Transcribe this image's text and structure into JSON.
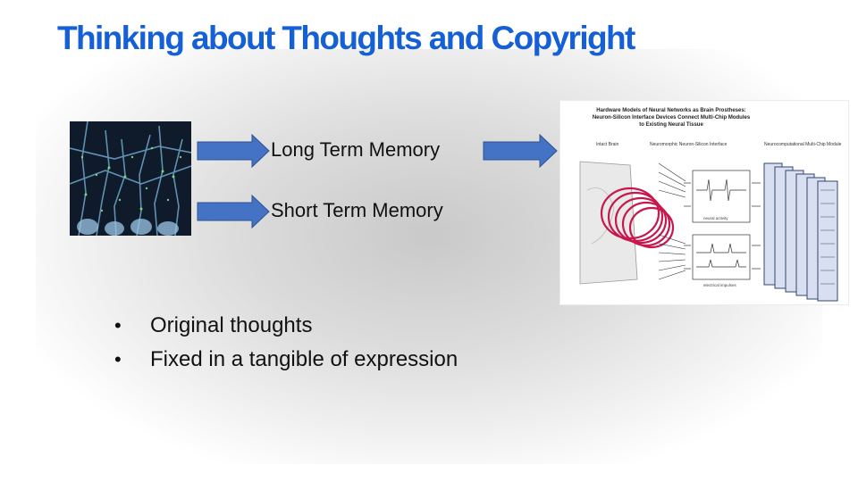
{
  "slide": {
    "title": "Thinking about Thoughts and Copyright",
    "memory_labels": [
      "Long Term Memory",
      "Short Term Memory"
    ],
    "bullets": [
      "Original thoughts",
      "Fixed in a tangible of expression"
    ]
  },
  "diagram": {
    "heading_lines": [
      "Hardware Models of Neural Networks as Brain Prostheses:",
      "Neuron-Silicon Interface Devices Connect Multi-Chip Modules",
      "to Existing Neural Tissue"
    ],
    "column_labels": [
      "Intact Brain",
      "Neuromorphic Neuron-Silicon Interface",
      "Neurocomputational Multi-Chip Module"
    ],
    "trace_labels": [
      "neural activity",
      "electrical impulses"
    ]
  },
  "colors": {
    "title": "#1560d6",
    "arrow_fill": "#4472c4",
    "arrow_stroke": "#2f528f"
  }
}
